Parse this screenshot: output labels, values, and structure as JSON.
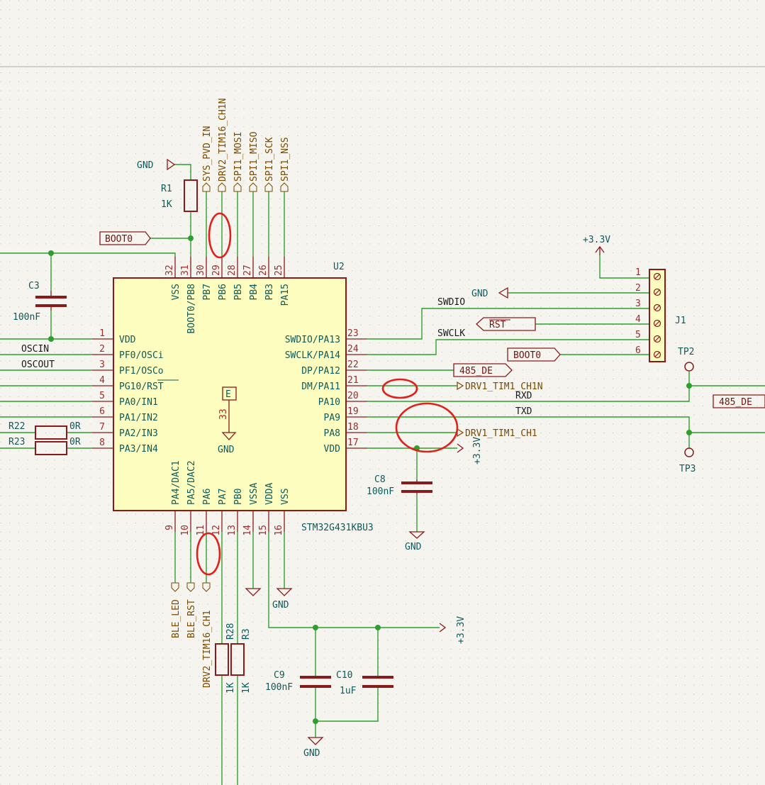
{
  "mcu": {
    "ref": "U2",
    "value": "STM32G431KBU3",
    "left_pins": [
      {
        "num": "1",
        "name": "VDD"
      },
      {
        "num": "2",
        "name": "PF0/OSCi"
      },
      {
        "num": "3",
        "name": "PF1/OSCo"
      },
      {
        "num": "4",
        "name": "PG10/RST"
      },
      {
        "num": "5",
        "name": "PA0/IN1"
      },
      {
        "num": "6",
        "name": "PA1/IN2"
      },
      {
        "num": "7",
        "name": "PA2/IN3"
      },
      {
        "num": "8",
        "name": "PA3/IN4"
      }
    ],
    "right_pins": [
      {
        "num": "23",
        "name": "SWDIO/PA13"
      },
      {
        "num": "24",
        "name": "SWCLK/PA14"
      },
      {
        "num": "22",
        "name": "DP/PA12"
      },
      {
        "num": "21",
        "name": "DM/PA11"
      },
      {
        "num": "20",
        "name": "PA10"
      },
      {
        "num": "19",
        "name": "PA9"
      },
      {
        "num": "18",
        "name": "PA8"
      },
      {
        "num": "17",
        "name": "VDD"
      }
    ],
    "top_pins": [
      {
        "num": "32",
        "name": "VSS"
      },
      {
        "num": "31",
        "name": "BOOT0/PB8"
      },
      {
        "num": "30",
        "name": "PB7"
      },
      {
        "num": "29",
        "name": "PB6"
      },
      {
        "num": "28",
        "name": "PB5"
      },
      {
        "num": "27",
        "name": "PB4"
      },
      {
        "num": "26",
        "name": "PB3"
      },
      {
        "num": "25",
        "name": "PA15"
      }
    ],
    "bottom_pins": [
      {
        "num": "9",
        "name": "PA4/DAC1"
      },
      {
        "num": "10",
        "name": "PA5/DAC2"
      },
      {
        "num": "11",
        "name": "PA6"
      },
      {
        "num": "12",
        "name": "PA7"
      },
      {
        "num": "13",
        "name": "PB0"
      },
      {
        "num": "14",
        "name": "VSSA"
      },
      {
        "num": "15",
        "name": "VDDA"
      },
      {
        "num": "16",
        "name": "VSS"
      }
    ],
    "ep_num": "33",
    "ep_name": "E"
  },
  "top_labels": [
    "SYS_PVD_IN",
    "DRV2_TIM16_CH1N",
    "SPI1_MOSI",
    "SPI1_MISO",
    "SPI1_SCK",
    "SPI1_NSS"
  ],
  "bottom_labels": [
    "BLE_LED",
    "BLE_RST",
    "DRV2_TIM16_CH1"
  ],
  "nets": {
    "osc_in": "OSCIN",
    "osc_out": "OSCOUT",
    "swdio": "SWDIO",
    "swclk": "SWCLK",
    "rxd": "RXD",
    "txd": "TXD"
  },
  "global_labels": {
    "boot0_left": "BOOT0",
    "boot0_right": "BOOT0",
    "rst": "RST",
    "de_485": "485_DE",
    "de_485_far": "485_DE",
    "drv1_ch1n": "DRV1_TIM1_CH1N",
    "drv1_ch1": "DRV1_TIM1_CH1"
  },
  "power": {
    "gnd": "GND",
    "v33": "+3.3V"
  },
  "components": {
    "r1": {
      "ref": "R1",
      "value": "1K"
    },
    "c3": {
      "ref": "C3",
      "value": "100nF"
    },
    "r22": {
      "ref": "R22",
      "value": "0R"
    },
    "r23": {
      "ref": "R23",
      "value": "0R"
    },
    "c8": {
      "ref": "C8",
      "value": "100nF"
    },
    "c9": {
      "ref": "C9",
      "value": "100nF"
    },
    "c10": {
      "ref": "C10",
      "value": "1uF"
    },
    "r28": {
      "ref": "R28",
      "value": "1K"
    },
    "r3": {
      "ref": "R3",
      "value": "1K"
    },
    "j1": {
      "ref": "J1",
      "pins": [
        "1",
        "2",
        "3",
        "4",
        "5",
        "6"
      ]
    },
    "tp2": {
      "ref": "TP2"
    },
    "tp3": {
      "ref": "TP3"
    }
  },
  "colors": {
    "wire": "#2f9e2f",
    "component": "#8b1a1a",
    "body_fill": "#fdfdbf",
    "highlight": "#e0201a",
    "pin_number": "#a02c2c",
    "text_teal": "#0e5a5a"
  }
}
